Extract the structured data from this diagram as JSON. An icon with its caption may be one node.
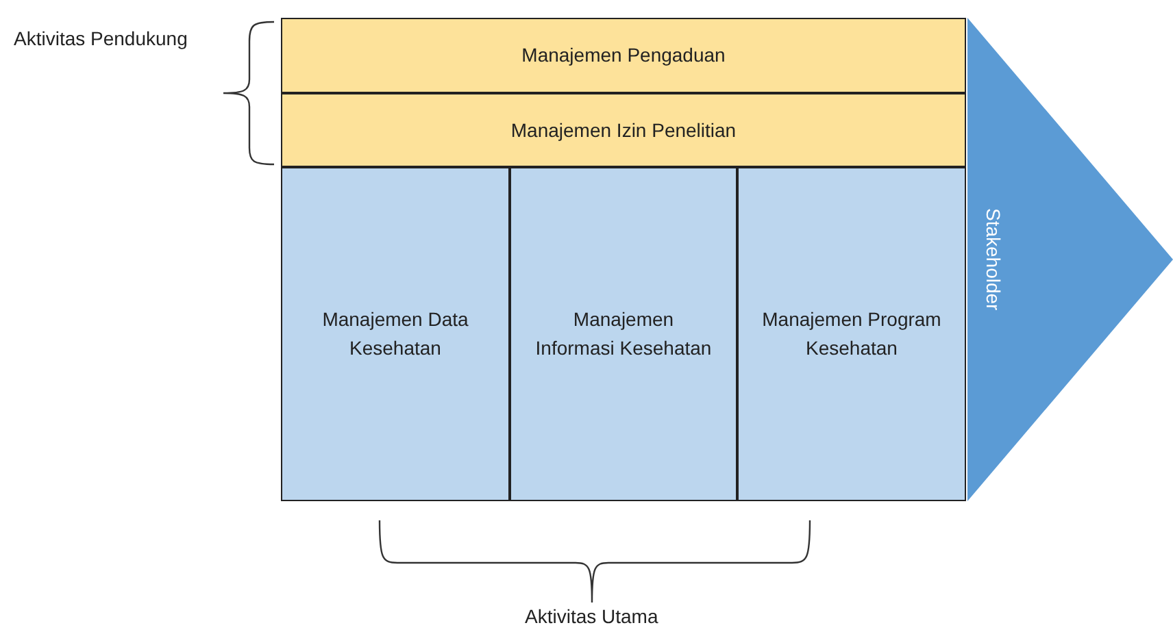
{
  "diagram": {
    "nodes": [
      {
        "text": [
          "Manajemen Pengaduan"
        ]
      },
      {
        "text": [
          "Manajemen Izin Penelitian"
        ]
      },
      {
        "text": [
          "Manajemen Data Kesehatan"
        ]
      },
      {
        "text": [
          "Manajemen Informasi Kesehatan"
        ]
      },
      {
        "text": [
          "Manajemen Program Kesehatan"
        ]
      },
      {
        "text": [
          "Stakeholder"
        ]
      }
    ],
    "labels": [
      "Aktivitas Pendukung",
      "Aktivitas Utama"
    ]
  }
}
